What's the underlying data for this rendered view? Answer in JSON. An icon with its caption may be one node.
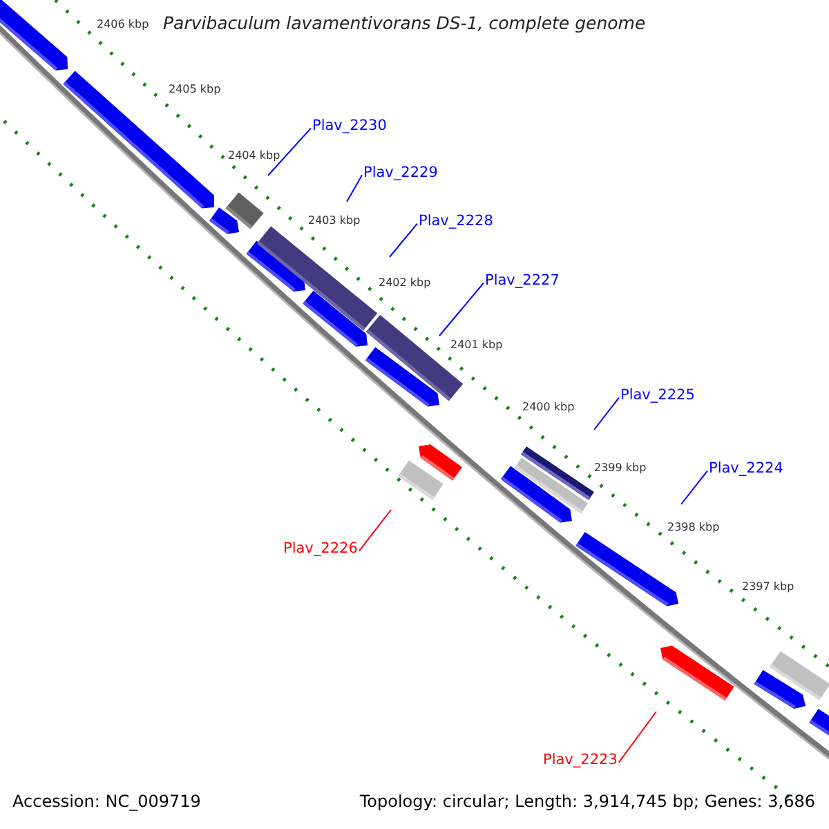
{
  "diagram": {
    "title": "Parvibaculum lavamentivorans DS-1, complete genome",
    "nodes": [
      {
        "text": [
          "Plav_2230"
        ]
      },
      {
        "text": [
          "Plav_2229"
        ]
      },
      {
        "text": [
          "Plav_2228"
        ]
      },
      {
        "text": [
          "Plav_2227"
        ]
      },
      {
        "text": [
          "Plav_2225"
        ]
      },
      {
        "text": [
          "Plav_2224"
        ]
      },
      {
        "text": [
          "Plav_2226"
        ]
      },
      {
        "text": [
          "Plav_2223"
        ]
      }
    ],
    "edges": [
      {
        "from": 0,
        "to": null,
        "arrow": "none"
      },
      {
        "from": 1,
        "to": null,
        "arrow": "none"
      },
      {
        "from": 2,
        "to": null,
        "arrow": "none"
      },
      {
        "from": 3,
        "to": null,
        "arrow": "none"
      },
      {
        "from": 4,
        "to": null,
        "arrow": "none"
      },
      {
        "from": 5,
        "to": null,
        "arrow": "none"
      },
      {
        "from": 6,
        "to": null,
        "arrow": "none",
        "color": "#ff0000"
      },
      {
        "from": 7,
        "to": null,
        "arrow": "none",
        "color": "#ff0000"
      }
    ],
    "labels": [
      "2406 kbp",
      "2405 kbp",
      "2404 kbp",
      "2403 kbp",
      "2402 kbp",
      "2401 kbp",
      "2400 kbp",
      "2399 kbp",
      "2398 kbp",
      "2397 kbp",
      "Accession: NC_009719",
      "Topology: circular; Length: 3,914,745 bp; Genes: 3,686"
    ]
  }
}
